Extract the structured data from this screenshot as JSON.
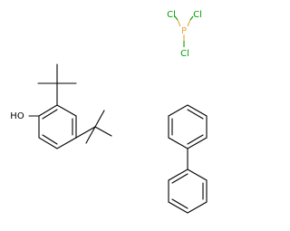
{
  "diagram": {
    "type": "chemical-structure",
    "colors": {
      "bond": "#000000",
      "text": "#000000",
      "phosphorus": "#e8a33b",
      "chlorine": "#00a000",
      "background": "#ffffff"
    },
    "molecules": {
      "phosphorus_trichloride": {
        "atoms": {
          "p": "P",
          "cl_left": "Cl",
          "cl_right": "Cl",
          "cl_bottom": "Cl"
        }
      },
      "di_tert_butylphenol": {
        "atoms": {
          "oh": "HO"
        }
      },
      "biphenyl": {
        "atoms": {}
      }
    }
  }
}
